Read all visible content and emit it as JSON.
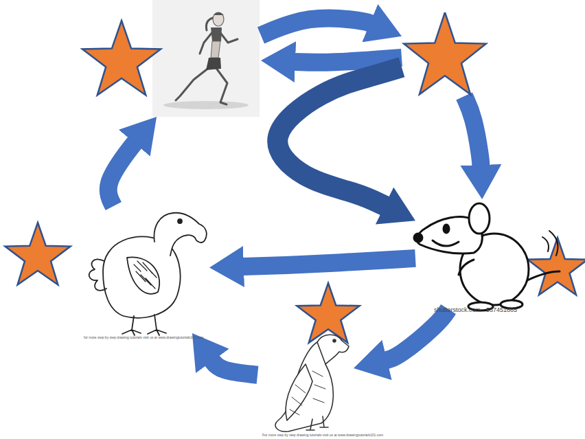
{
  "diagram": {
    "nodes": [
      {
        "text": []
      },
      {
        "text": []
      },
      {
        "text": []
      },
      {
        "text": []
      },
      {
        "text": []
      }
    ],
    "edges": [
      {
        "from": 0,
        "to": 1,
        "arrow": "to"
      },
      {
        "from": 1,
        "to": 0,
        "arrow": "to"
      },
      {
        "from": 1,
        "to": 3,
        "arrow": "to"
      },
      {
        "from": 1,
        "to": 3,
        "arrow": "to"
      },
      {
        "from": 3,
        "to": 4,
        "arrow": "to"
      },
      {
        "from": 4,
        "to": 2,
        "arrow": "to"
      },
      {
        "from": 2,
        "to": 0,
        "arrow": "to"
      },
      {
        "from": 3,
        "to": 2,
        "arrow": "to"
      }
    ],
    "labels": [
      "shutterstock.com · 537451885",
      "for more step by step drawing tutorials visit us at www.drawingtutorials101.com",
      "For more step by step drawing tutorials visit us at www.drawingtutorials101.com"
    ]
  }
}
